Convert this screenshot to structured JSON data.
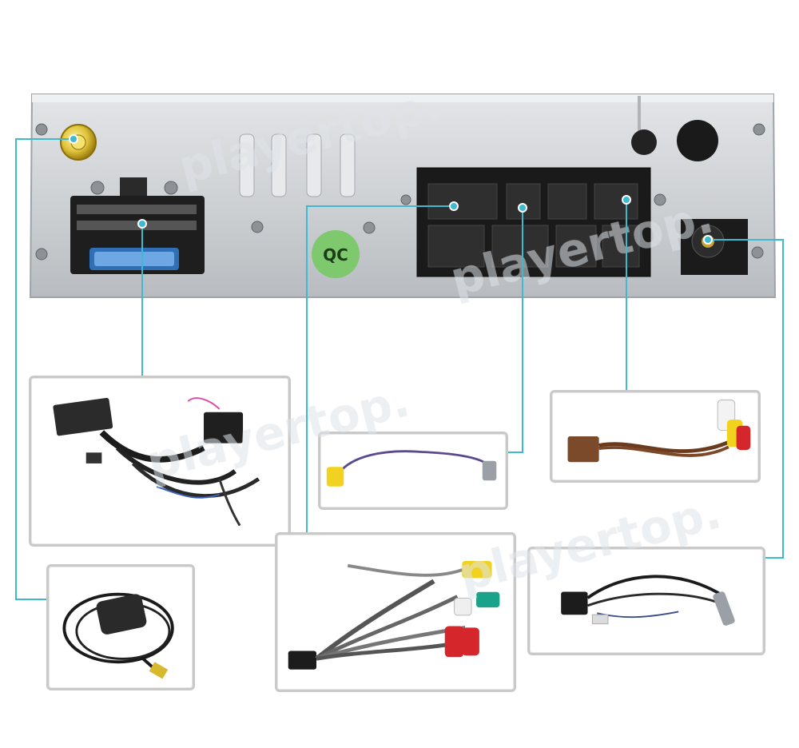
{
  "image": {
    "watermark": "playertop.",
    "panel_sticker_text": "QC",
    "colors": {
      "panel": "#c8cbce",
      "connector_line": "#3fb9cf",
      "connector_dot": "#3fb9cf",
      "box_border": "#c9c9c9",
      "watermark": "#d7dde3"
    }
  },
  "items": [
    {
      "id": "gps-antenna-port",
      "icon": "gold-sma-connector"
    },
    {
      "id": "main-iso-port",
      "icon": "20-pin-connector"
    },
    {
      "id": "aux-block-port",
      "icon": "multi-pin-block"
    },
    {
      "id": "camera-port",
      "icon": "small-pin-connector"
    },
    {
      "id": "av-out-port",
      "icon": "small-pin-connector"
    },
    {
      "id": "radio-antenna-port",
      "icon": "round-antenna-socket"
    },
    {
      "id": "power-harness",
      "icon": "can-bus-harness"
    },
    {
      "id": "gps-antenna",
      "icon": "gps-puck"
    },
    {
      "id": "rca-av-cable",
      "icon": "rca-multi-cable"
    },
    {
      "id": "camera-cable",
      "icon": "single-rca-cable"
    },
    {
      "id": "iso-rca-cable",
      "icon": "iso-to-rca-cable"
    },
    {
      "id": "antenna-adapter",
      "icon": "antenna-adapter-cable"
    }
  ]
}
